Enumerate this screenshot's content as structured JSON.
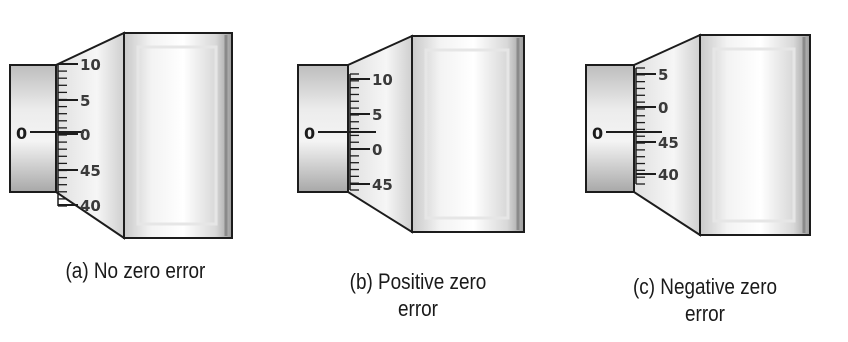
{
  "colors": {
    "ink": "#1c1c1c",
    "metal_light": "#f2f2f2",
    "metal_mid": "#d6d6d6",
    "metal_dark": "#9a9a9a"
  },
  "micrometers": [
    {
      "id": "a",
      "sleeve_label": "0",
      "thimble_labels": [
        "10",
        "5",
        "0",
        "45",
        "40"
      ],
      "caption_lines": [
        "(a) No zero error"
      ]
    },
    {
      "id": "b",
      "sleeve_label": "0",
      "thimble_labels": [
        "10",
        "5",
        "0",
        "45"
      ],
      "caption_lines": [
        "(b) Positive  zero",
        "error"
      ]
    },
    {
      "id": "c",
      "sleeve_label": "0",
      "thimble_labels": [
        "5",
        "0",
        "45",
        "40"
      ],
      "caption_lines": [
        "(c) Negative zero",
        "error"
      ]
    }
  ]
}
